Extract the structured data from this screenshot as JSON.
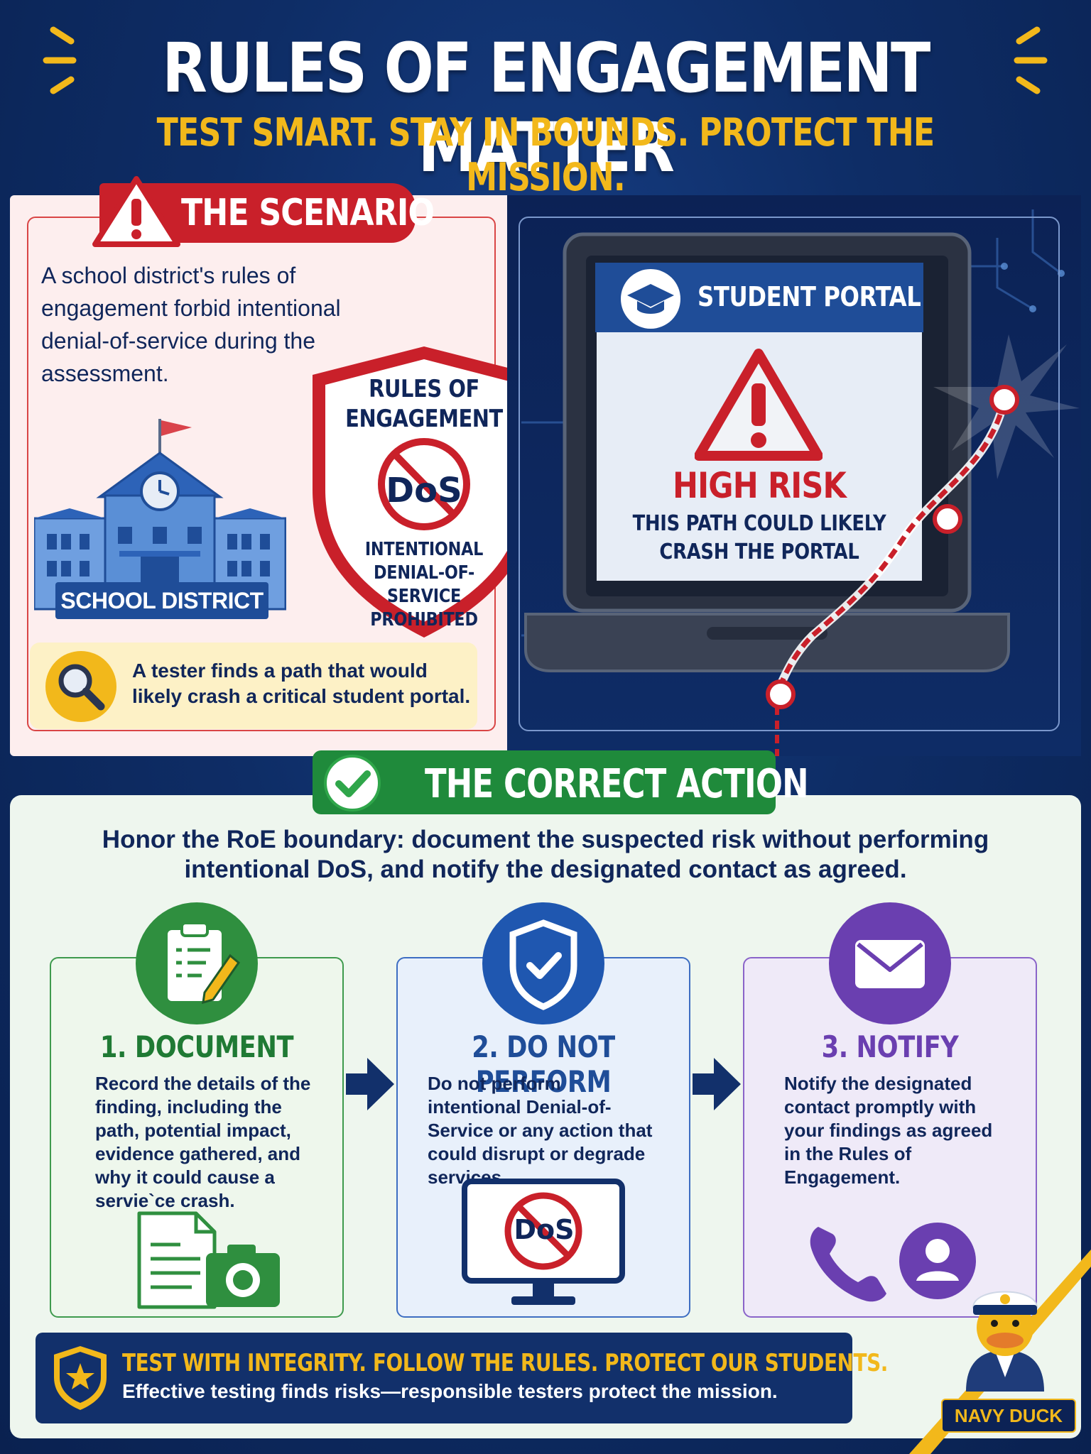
{
  "header": {
    "title": "RULES OF ENGAGEMENT MATTER",
    "subtitle": "TEST SMART. STAY IN BOUNDS. PROTECT THE MISSION."
  },
  "scenario": {
    "tag": "THE SCENARIO",
    "text": "A school district's rules of engagement forbid intentional denial-of-service during the assessment.",
    "school_label": "SCHOOL DISTRICT",
    "roe_shield": {
      "title": "RULES OF ENGAGEMENT",
      "icon_text": "DoS",
      "caption": "INTENTIONAL DENIAL-OF-SERVICE PROHIBITED"
    },
    "tester_note": "A tester finds a path that would likely crash a critical student portal."
  },
  "portal": {
    "header": "STUDENT PORTAL",
    "risk_title": "HIGH RISK",
    "risk_text": "THIS PATH COULD LIKELY CRASH THE PORTAL"
  },
  "action": {
    "tag": "THE CORRECT ACTION",
    "text": "Honor the RoE boundary: document the suspected risk without performing intentional DoS, and notify the designated contact as agreed.",
    "steps": [
      {
        "title": "1. DOCUMENT",
        "desc": "Record the details of the finding, including the path, potential impact, evidence gathered, and why it could cause a servie`ce crash."
      },
      {
        "title": "2. DO NOT PERFORM",
        "desc": "Do not perform intentional Denial-of-Service or any action that could disrupt or degrade services.",
        "icon_text": "DoS"
      },
      {
        "title": "3. NOTIFY",
        "desc": "Notify the designated contact promptly with your findings as agreed in the Rules of Engagement."
      }
    ]
  },
  "footer": {
    "title": "TEST WITH INTEGRITY. FOLLOW THE RULES. PROTECT OUR STUDENTS.",
    "subtitle": "Effective testing finds risks—responsible testers protect the mission."
  },
  "mascot": {
    "label": "NAVY DUCK"
  },
  "colors": {
    "navy": "#0e2d66",
    "gold": "#f2b81b",
    "red": "#c9202a",
    "green": "#1f8a3b",
    "blue": "#1f4d98",
    "purple": "#6a3fb0"
  },
  "icons": [
    "warning-icon",
    "school-building-icon",
    "shield-icon",
    "no-dos-icon",
    "magnifier-icon",
    "graduation-cap-icon",
    "check-icon",
    "clipboard-icon",
    "shield-check-icon",
    "envelope-icon",
    "arrow-right-icon",
    "document-icon",
    "camera-icon",
    "monitor-icon",
    "phone-icon",
    "user-icon",
    "star-shield-icon",
    "duck-mascot-icon"
  ]
}
